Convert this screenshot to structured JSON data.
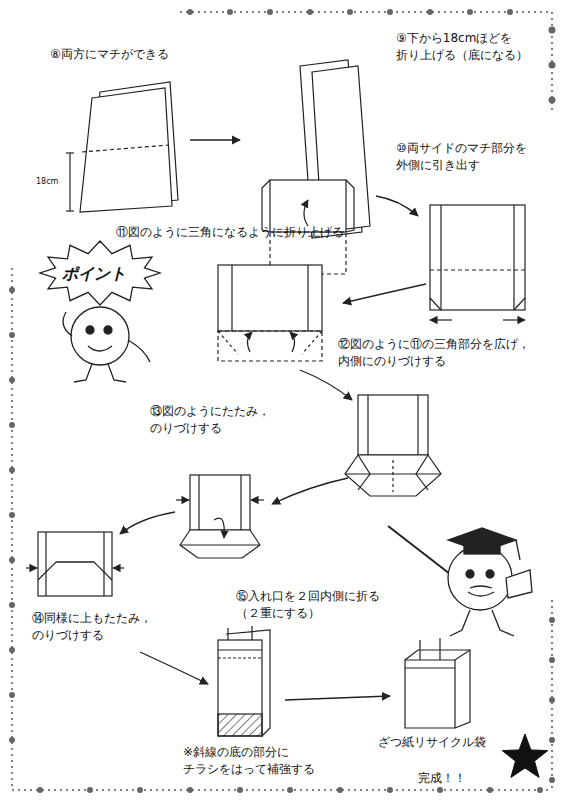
{
  "diagram": {
    "labels": [
      "⑧両方にマチができる",
      "18cm",
      "⑨下から18cmほどを 折り上げる（底になる）",
      "⑩両サイドのマチ部分を 外側に引き出す",
      "⑪図のように三角になるように折り上げる",
      "ポイント",
      "⑫図のように⑪の三角部分を広げ， 内側にのりづけする",
      "⑬図のようにたたみ， のりづけする",
      "⑭同様に上もたたみ， のりづけする",
      "⑮入れ口を２回内側に折る （２重にする）",
      "※斜線の底の部分に チラシをはって補強する",
      "ざつ紙リサイクル袋",
      "完成！！"
    ]
  }
}
